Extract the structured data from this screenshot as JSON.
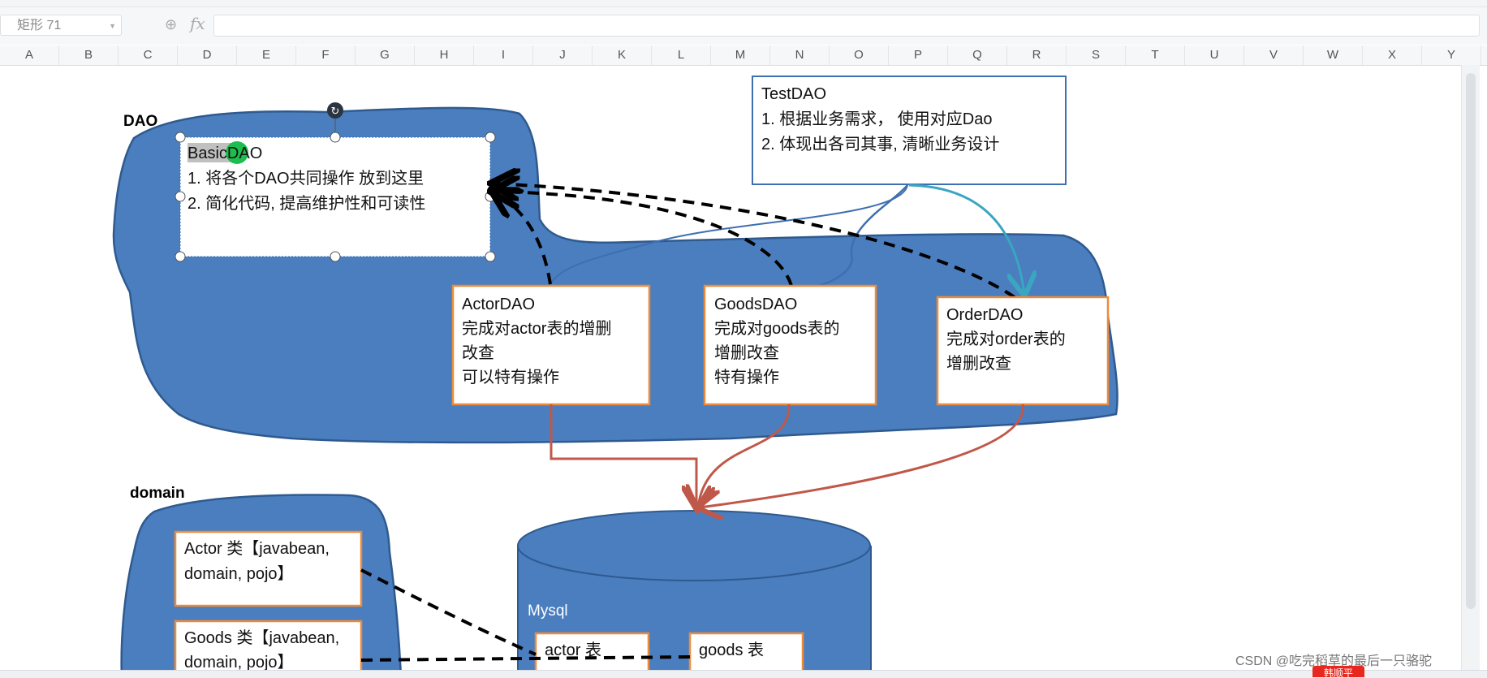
{
  "formula_bar": {
    "name_box": "矩形 71",
    "zoom_icon": "zoom-icon",
    "fx_label": "fx",
    "formula_value": ""
  },
  "columns": [
    "A",
    "B",
    "C",
    "D",
    "E",
    "F",
    "G",
    "H",
    "I",
    "J",
    "K",
    "L",
    "M",
    "N",
    "O",
    "P",
    "Q",
    "R",
    "S",
    "T",
    "U",
    "V",
    "W",
    "X",
    "Y"
  ],
  "diagram": {
    "dao_group_label": "DAO",
    "domain_group_label": "domain",
    "basic_dao": {
      "title": "BasicDAO",
      "line1": "1. 将各个DAO共同操作 放到这里",
      "line2": "2.  简化代码, 提高维护性和可读性"
    },
    "test_dao": {
      "title": "TestDAO",
      "line1": "1. 根据业务需求， 使用对应Dao",
      "line2": "2. 体现出各司其事, 清晰业务设计"
    },
    "actor_dao": {
      "title": "ActorDAO",
      "line1": "完成对actor表的增删",
      "line2": "改查",
      "line3": "可以特有操作"
    },
    "goods_dao": {
      "title": "GoodsDAO",
      "line1": "完成对goods表的",
      "line2": "增删改查",
      "line3": "特有操作"
    },
    "order_dao": {
      "title": "OrderDAO",
      "line1": "完成对order表的",
      "line2": "增删改查"
    },
    "actor_class": {
      "line1": "Actor 类【javabean,",
      "line2": "domain, pojo】"
    },
    "goods_class": {
      "line1": "Goods 类【javabean,",
      "line2": "domain, pojo】"
    },
    "database": {
      "label": "Mysql",
      "tables": [
        "actor 表",
        "goods 表"
      ]
    }
  },
  "colors": {
    "blob_fill": "#4a7ebf",
    "blob_stroke": "#2f5a8f",
    "box_border_orange": "#ed8b3a",
    "test_border": "#3e6fb0",
    "arrow_red": "#c0584a",
    "arrow_teal": "#3aa6c0",
    "selection_green": "#1ebd4f"
  },
  "watermark": "CSDN @吃完稻草的最后一只骆驼",
  "badge": "韩顺平"
}
